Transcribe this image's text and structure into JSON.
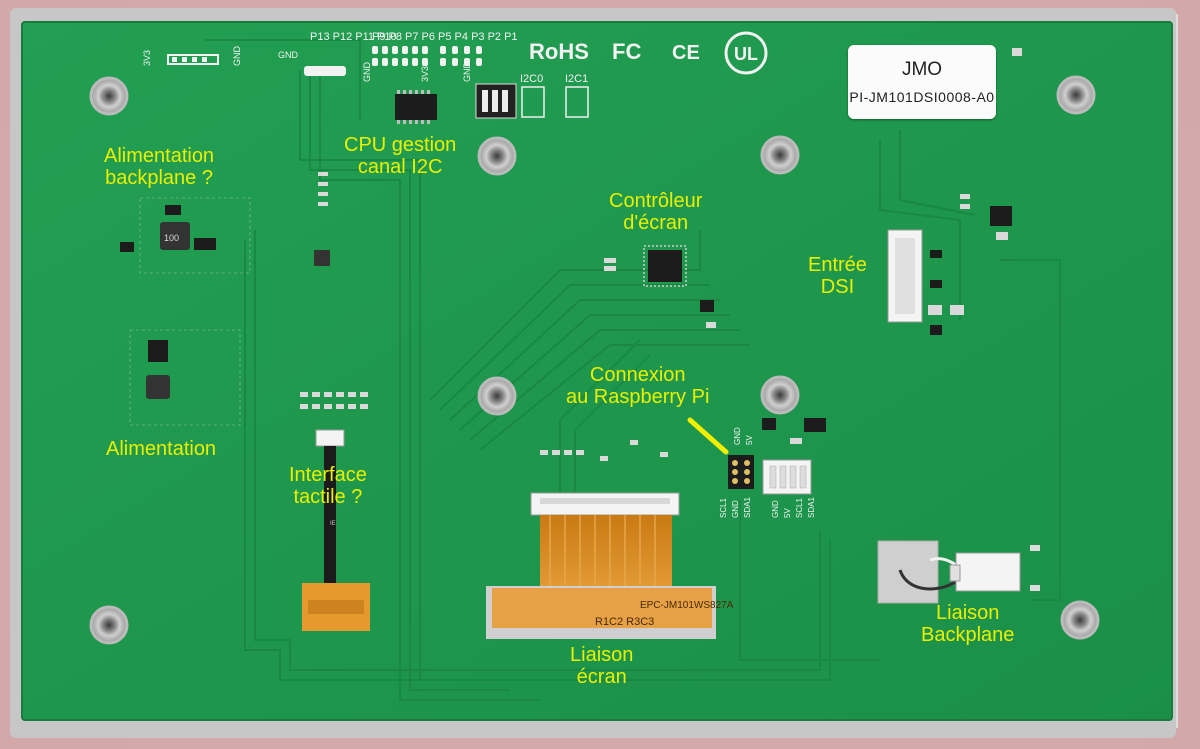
{
  "board": {
    "sticker_line1": "JMO",
    "sticker_line2": "PI-JM101DSI0008-A0",
    "logos": {
      "rohs": "RoHS",
      "fcc": "FC",
      "ce": "CE",
      "ul": "UL"
    },
    "colors": {
      "pcb": "#1f9a4e",
      "silkscreen": "#f2f2f2",
      "annotation": "#e8f000",
      "flex_cable": "#d98a1e"
    }
  },
  "annotations": {
    "backplane_power": [
      "Alimentation",
      "backplane ?"
    ],
    "cpu_i2c": [
      "CPU gestion",
      "canal I2C"
    ],
    "screen_controller": [
      "Contrôleur",
      "d'écran"
    ],
    "dsi_input": [
      "Entrée",
      "DSI"
    ],
    "power": "Alimentation",
    "raspberry_connection": [
      "Connexion",
      "au Raspberry Pi"
    ],
    "touch_interface": [
      "Interface",
      "tactile ?"
    ],
    "backplane_link": [
      "Liaison",
      "Backplane"
    ],
    "screen_link": [
      "Liaison",
      "écran"
    ]
  }
}
